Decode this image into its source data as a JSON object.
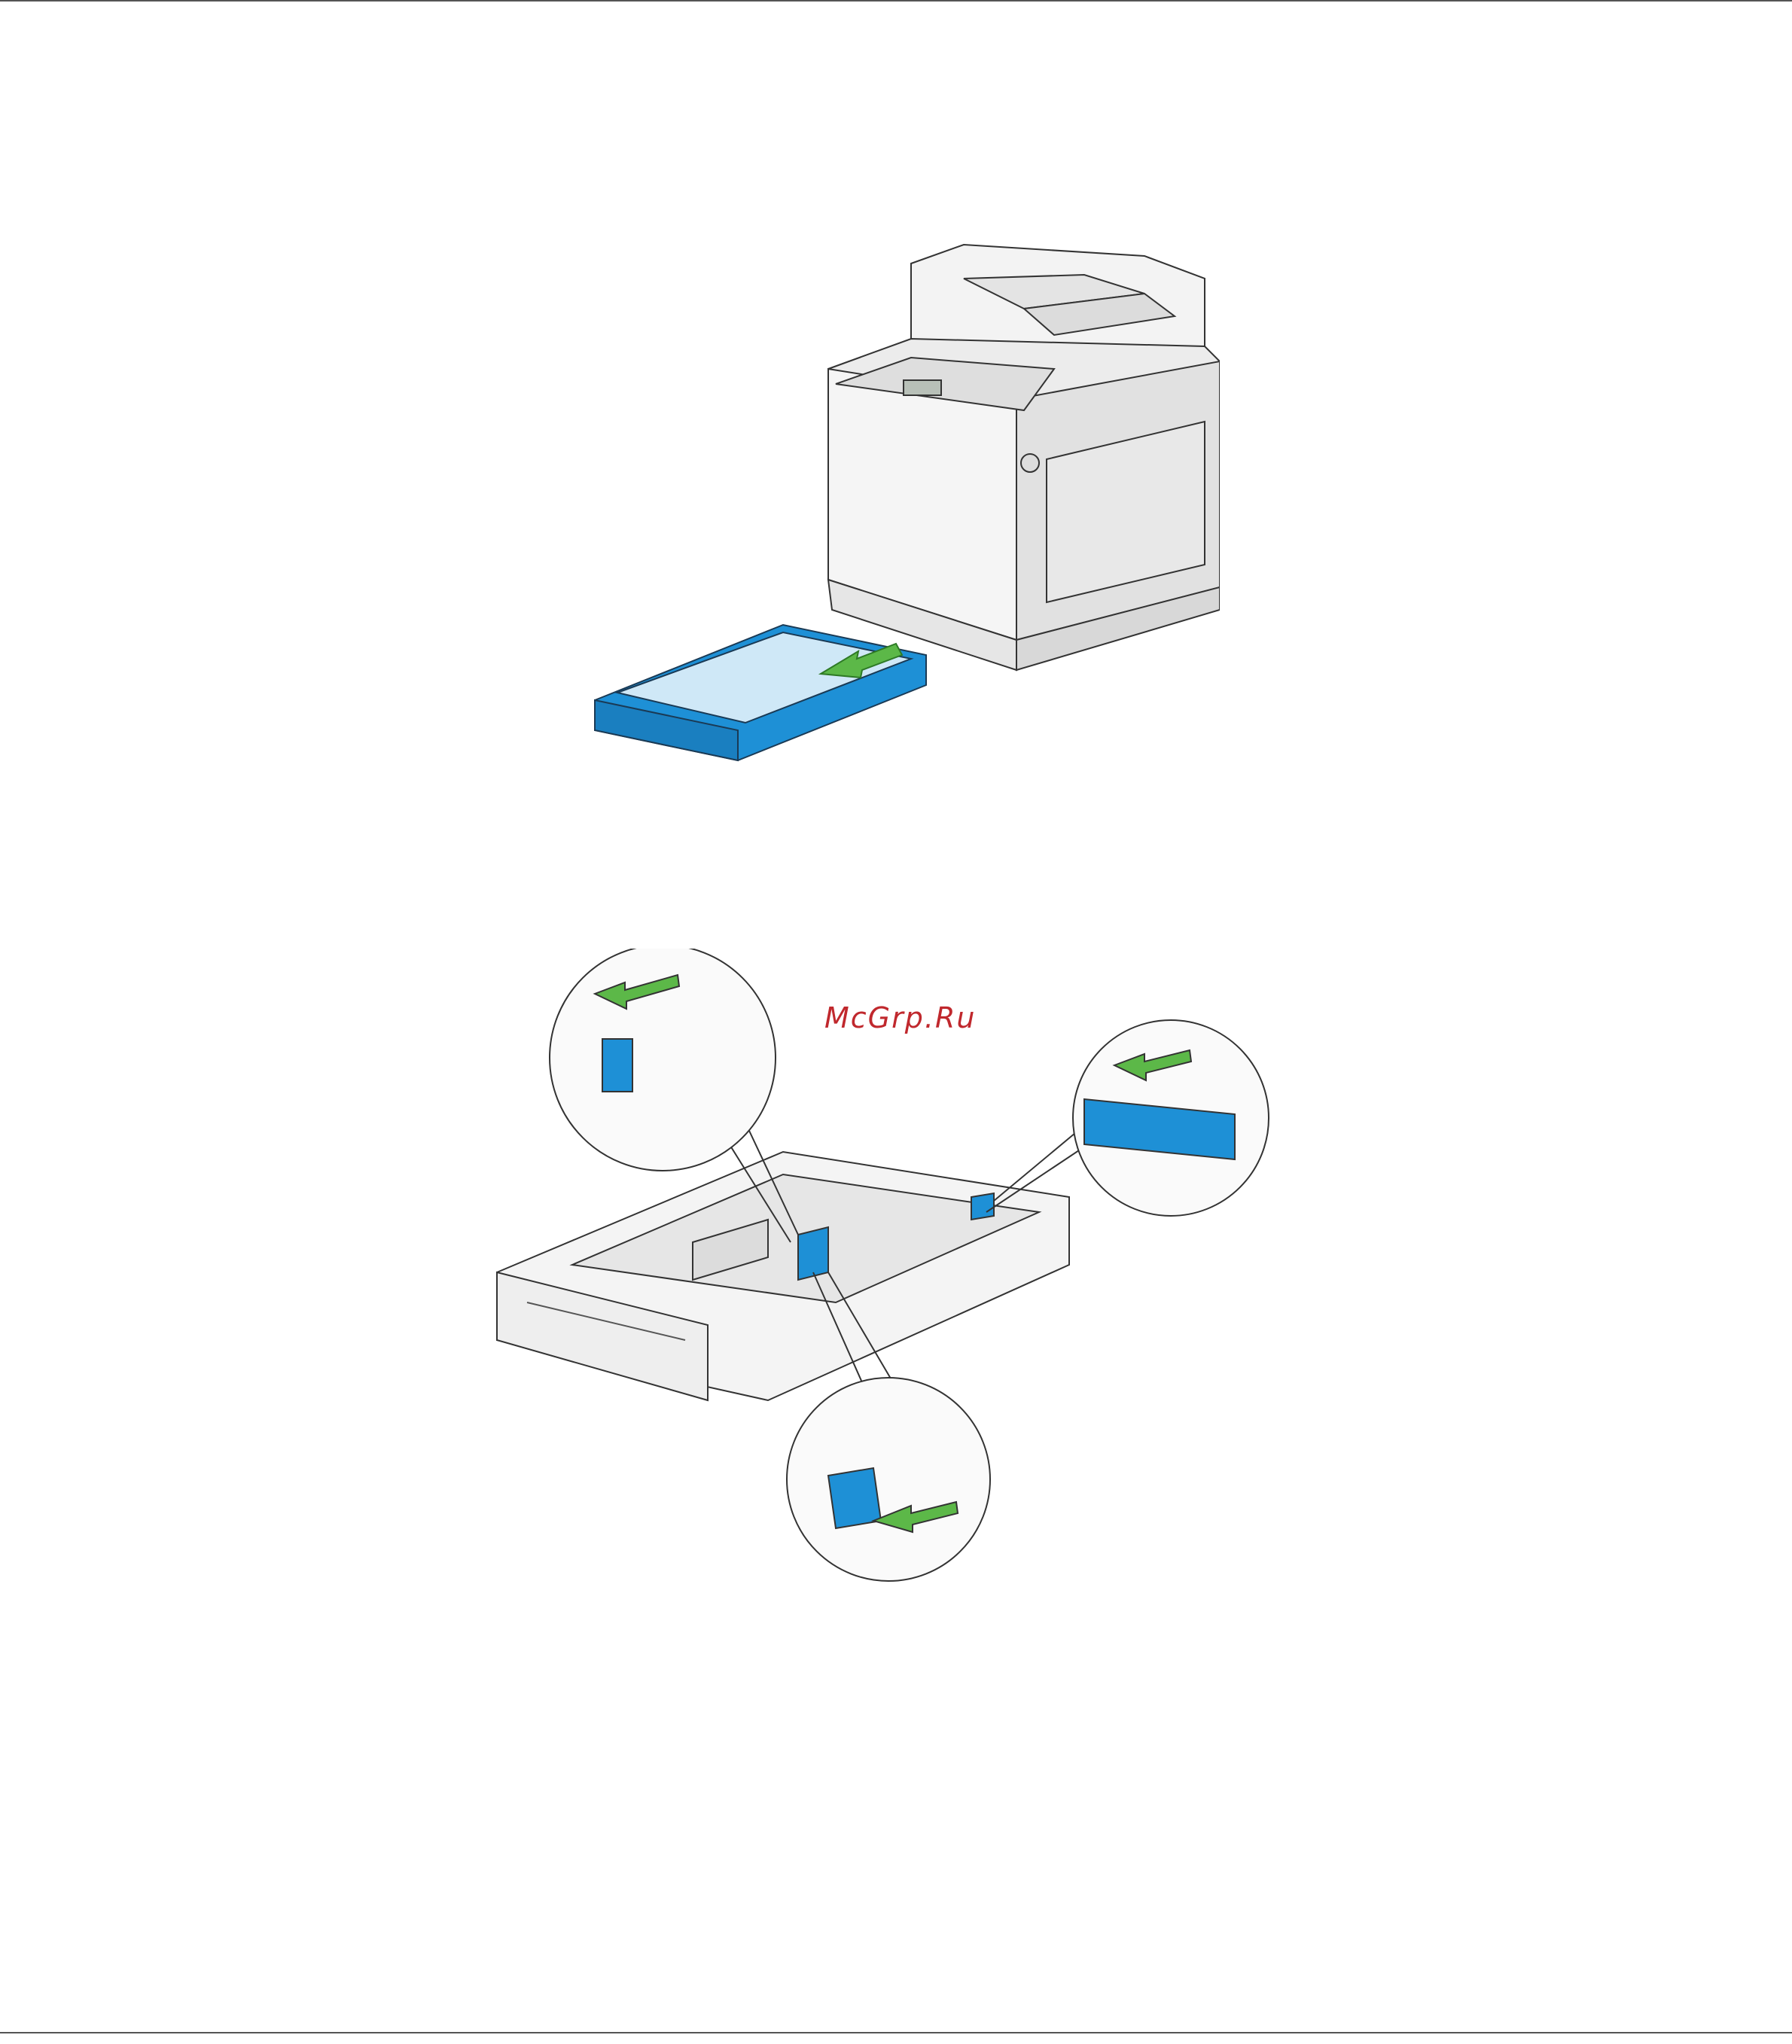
{
  "watermark": {
    "text": "McGrp.Ru"
  },
  "colors": {
    "tray_blue": "#1e90d6",
    "arrow_green": "#5cb848",
    "outline": "#333333",
    "body_gray": "#e8e8e8",
    "watermark_red": "#c0282d"
  },
  "figures": [
    {
      "name": "printer-with-tray-pulled-out",
      "icon": "printer-icon"
    },
    {
      "name": "tray-guides-adjustment",
      "icon": "paper-tray-icon"
    }
  ]
}
